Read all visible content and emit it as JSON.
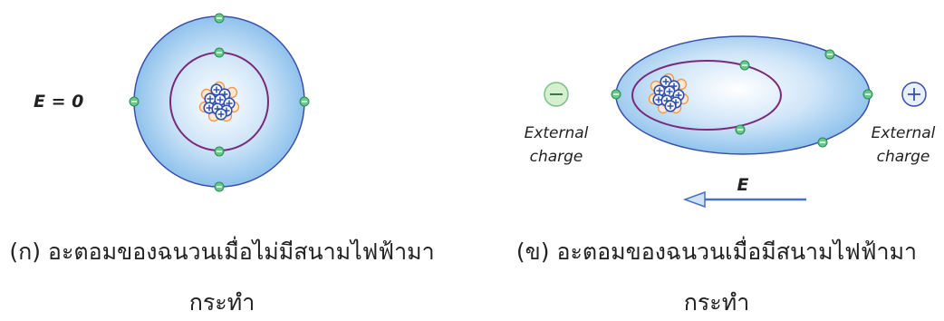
{
  "panel_a": {
    "field_label": "E = 0",
    "caption_line1": "(ก) อะตอมของฉนวนเมื่อไม่มีสนามไฟฟ้ามา",
    "caption_line2": "กระทำ"
  },
  "panel_b": {
    "field_label": "E",
    "left_charge_line1": "External",
    "left_charge_line2": "charge",
    "right_charge_line1": "External",
    "right_charge_line2": "charge",
    "caption_line1": "(ข) อะตอมของฉนวนเมื่อมีสนามไฟฟ้ามา",
    "caption_line2": "กระทำ"
  },
  "colors": {
    "cloud_edge": "#3a4fa8",
    "cloud_fill": "#8fc2ec",
    "orbit": "#7a2a7a",
    "electron": "#66c98a",
    "proton": "#2f4fb0",
    "neutron": "#f39a4a",
    "field_arrow": "#4a6fc0",
    "negative_charge": "#7cc08a",
    "positive_charge": "#3a4fa8"
  }
}
